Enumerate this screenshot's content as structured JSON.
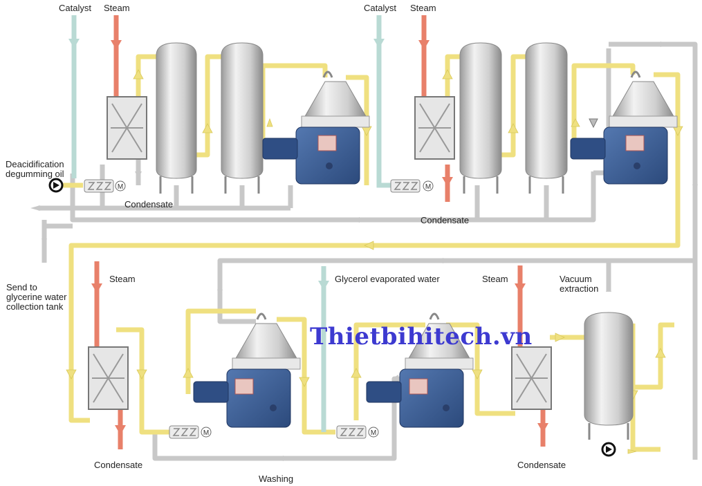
{
  "labels": {
    "catalyst_1": "Catalyst",
    "steam_1": "Steam",
    "catalyst_2": "Catalyst",
    "steam_2": "Steam",
    "feed": "Deacidification\ndegumming oil",
    "condensate_1": "Condensate",
    "condensate_2": "Condensate",
    "send_to": "Send to\nglycerine water\ncollection tank",
    "steam_3": "Steam",
    "glycerol": "Glycerol evaporated water",
    "steam_4": "Steam",
    "vacuum": "Vacuum\nextraction",
    "condensate_3": "Condensate",
    "condensate_4": "Condensate",
    "washing": "Washing",
    "pump_marker": "M"
  },
  "watermark": "Thietbihitech.vn",
  "colors": {
    "oil_line": "#efe080",
    "return_line": "#c8c8c8",
    "steam_line": "#e8806a",
    "catalyst_line": "#b9dad4",
    "vessel": "#d6d6d6",
    "centrifuge_motor": "#3d5f95",
    "watermark": "#3d3ad0"
  }
}
